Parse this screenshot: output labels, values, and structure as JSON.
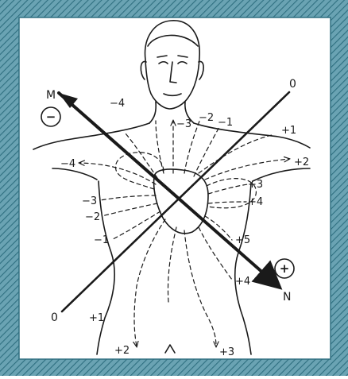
{
  "colors": {
    "frame": "#4f8fa0",
    "frame_dark": "#2f6f80",
    "ink": "#1a1a1a",
    "paper": "#ffffff"
  },
  "axis": {
    "M": "M",
    "N": "N",
    "O_top": "0",
    "O_bottom": "0"
  },
  "poles": {
    "negative": "−",
    "positive": "+"
  },
  "labels": {
    "left_neg4_top": "−4",
    "left_neg4_mid": "−4",
    "neck_neg3": "−3",
    "neck_neg2": "−2",
    "neck_neg1": "−1",
    "left_neg3": "−3",
    "left_neg2": "−2",
    "left_neg1": "−1",
    "right_pos1": "+1",
    "right_pos2": "+2",
    "right_pos3": "+3",
    "right_pos4_upper": "+4",
    "right_pos5": "+5",
    "right_pos4_lower": "+4",
    "bottom_left_pos1": "+1",
    "bottom_pos2": "+2",
    "bottom_pos3": "+3"
  }
}
